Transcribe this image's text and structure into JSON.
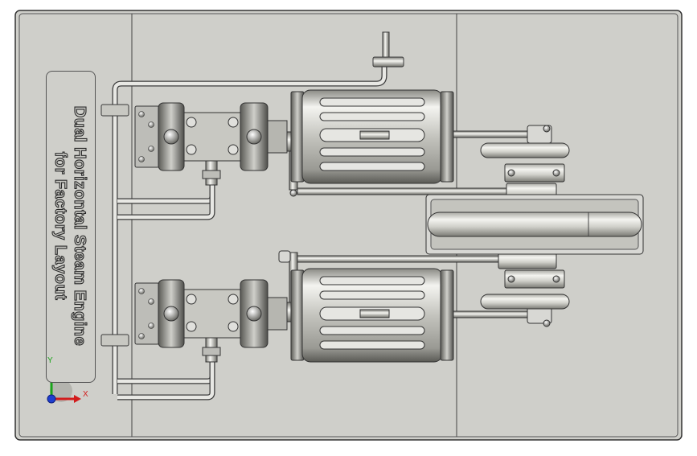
{
  "title": {
    "line1": "Dual Horizontal Steam Engine",
    "line2": "for Factory Layout"
  },
  "triad": {
    "x_label": "X",
    "y_label": "Y"
  },
  "colors": {
    "base_plate": "#cfcfca",
    "outline": "#3a3a3a",
    "metal_light": "#f2f2ee",
    "metal_dark": "#6e6e68",
    "axis_x": "#d21c1c",
    "axis_y": "#1aa41a",
    "axis_z": "#1e3ecf"
  }
}
